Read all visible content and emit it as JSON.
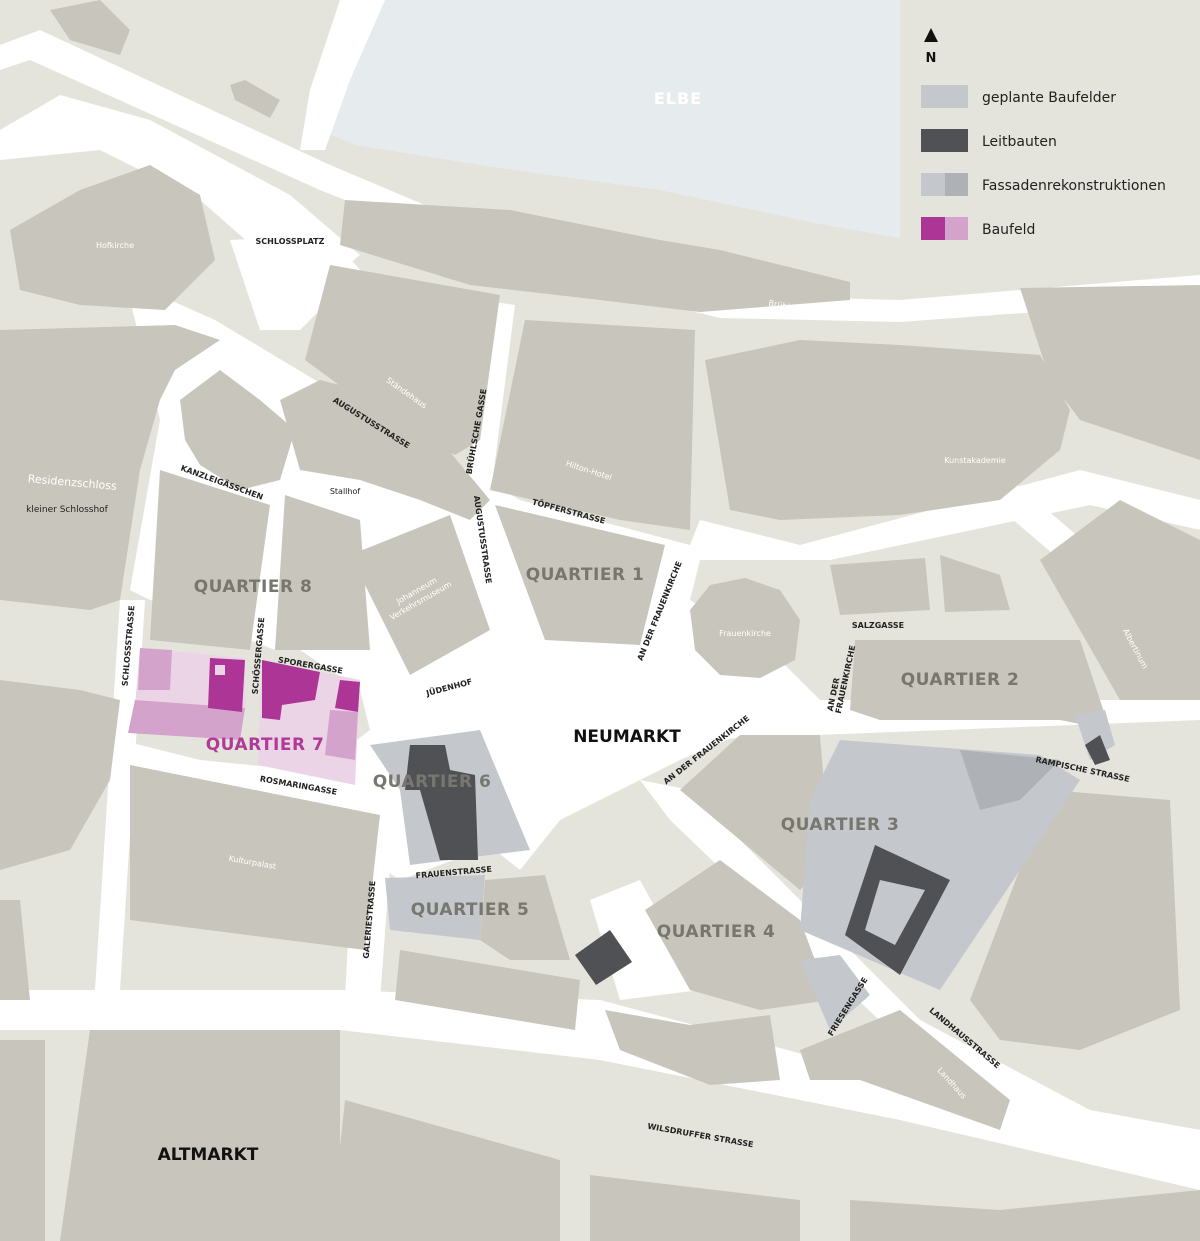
{
  "colors": {
    "background": "#e5e4dc",
    "street": "#ffffff",
    "building": "#c8c6bc",
    "river": "#e6ecee",
    "planned": "#c4c8cc",
    "leitbau": "#505155",
    "fassade_a": "#c4c8cc",
    "fassade_b": "#aeb1b5",
    "baufeld_a": "#ad3595",
    "baufeld_b": "#d4a3cc",
    "baufeld_light": "#ead4e6"
  },
  "river": {
    "label": "ELBE"
  },
  "north": {
    "label": "N",
    "icon": "north-arrow-icon"
  },
  "legend": {
    "items": [
      {
        "label": "geplante Baufelder"
      },
      {
        "label": "Leitbauten"
      },
      {
        "label": "Fassadenrekonstruktionen"
      },
      {
        "label": "Baufeld"
      }
    ]
  },
  "places": {
    "neumarkt": "NEUMARKT",
    "altmarkt": "ALTMARKT"
  },
  "quarters": {
    "q1": "QUARTIER 1",
    "q2": "QUARTIER 2",
    "q3": "QUARTIER 3",
    "q4": "QUARTIER 4",
    "q5": "QUARTIER 5",
    "q6": "QUARTIER 6",
    "q7": "QUARTIER 7",
    "q8": "QUARTIER 8"
  },
  "buildings": {
    "hofkirche": "Hofkirche",
    "staendehaus": "Ständehaus",
    "hilton": "Hilton-Hotel",
    "kunstakademie": "Kunstakademie",
    "bruehlsche_terrasse": "Brühlsche Terrasse",
    "residenzschloss": "Residenzschloss",
    "kleiner_schlosshof": "kleiner Schlosshof",
    "stallhof": "Stallhof",
    "johanneum_1": "Johanneum",
    "johanneum_2": "Verkehrsmuseum",
    "frauenkirche": "Frauenkirche",
    "albertinum": "Albertinum",
    "kulturpalast": "Kulturpalast",
    "landhaus": "Landhaus"
  },
  "streets": {
    "schlossplatz": "SCHLOSSPLATZ",
    "augustusstrasse_1": "AUGUSTUSSTRASSE",
    "augustusstrasse_2": "AUGUSTUSSTRASSE",
    "bruehlsche_gasse": "BRÜHLSCHE GASSE",
    "toepferstrasse": "TÖPFERSTRASSE",
    "kanzleigaesschen": "KANZLEIGÄSSCHEN",
    "schlossstrasse": "SCHLOSSSTRASSE",
    "schoessergasse": "SCHÖSSERGASSE",
    "sporergasse": "SPORERGASSE",
    "juedenhof": "JÜDENHOF",
    "an_der_frauenkirche_1": "AN DER FRAUENKIRCHE",
    "an_der_frauenkirche_2a": "AN DER",
    "an_der_frauenkirche_2b": "FRAUENKIRCHE",
    "an_der_frauenkirche_3": "AN DER FRAUENKIRCHE",
    "salzgasse": "SALZGASSE",
    "rampische_strasse": "RAMPISCHE STRASSE",
    "rosmaringasse": "ROSMARINGASSE",
    "frauenstrasse": "FRAUENSTRASSE",
    "galeriestrasse": "GALERIESTRASSE",
    "friesengasse": "FRIESENGASSE",
    "landhausstrasse": "LANDHAUSSTRASSE",
    "wilsdruffer_strasse": "WILSDRUFFER STRASSE"
  }
}
